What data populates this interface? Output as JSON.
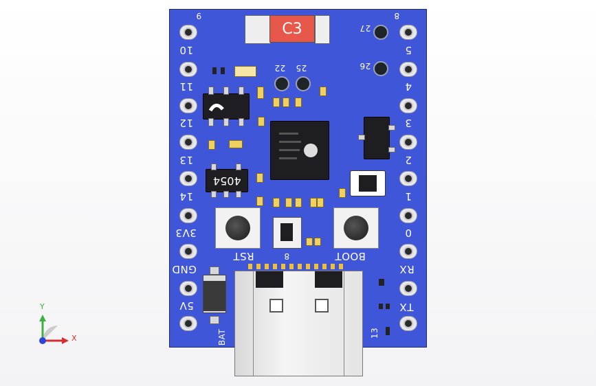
{
  "board": {
    "silk_top": "C3",
    "left_labels": [
      "9",
      "10",
      "11",
      "12",
      "13",
      "14",
      "3V3",
      "GND",
      "5V"
    ],
    "right_labels": [
      "8",
      "5",
      "4",
      "3",
      "2",
      "1",
      "0",
      "RX",
      "TX"
    ],
    "hole_labels": [
      "27",
      "26",
      "22",
      "25"
    ],
    "chip_4054": "4054",
    "btn_rst": "RST",
    "btn_boot": "BOOT",
    "pin_8": "8",
    "bat": "BAT",
    "pin_13": "13"
  },
  "triad": {
    "y": "Y",
    "x": "X"
  },
  "colors": {
    "board": "#3f56d8",
    "silk_red": "#e8584a"
  }
}
